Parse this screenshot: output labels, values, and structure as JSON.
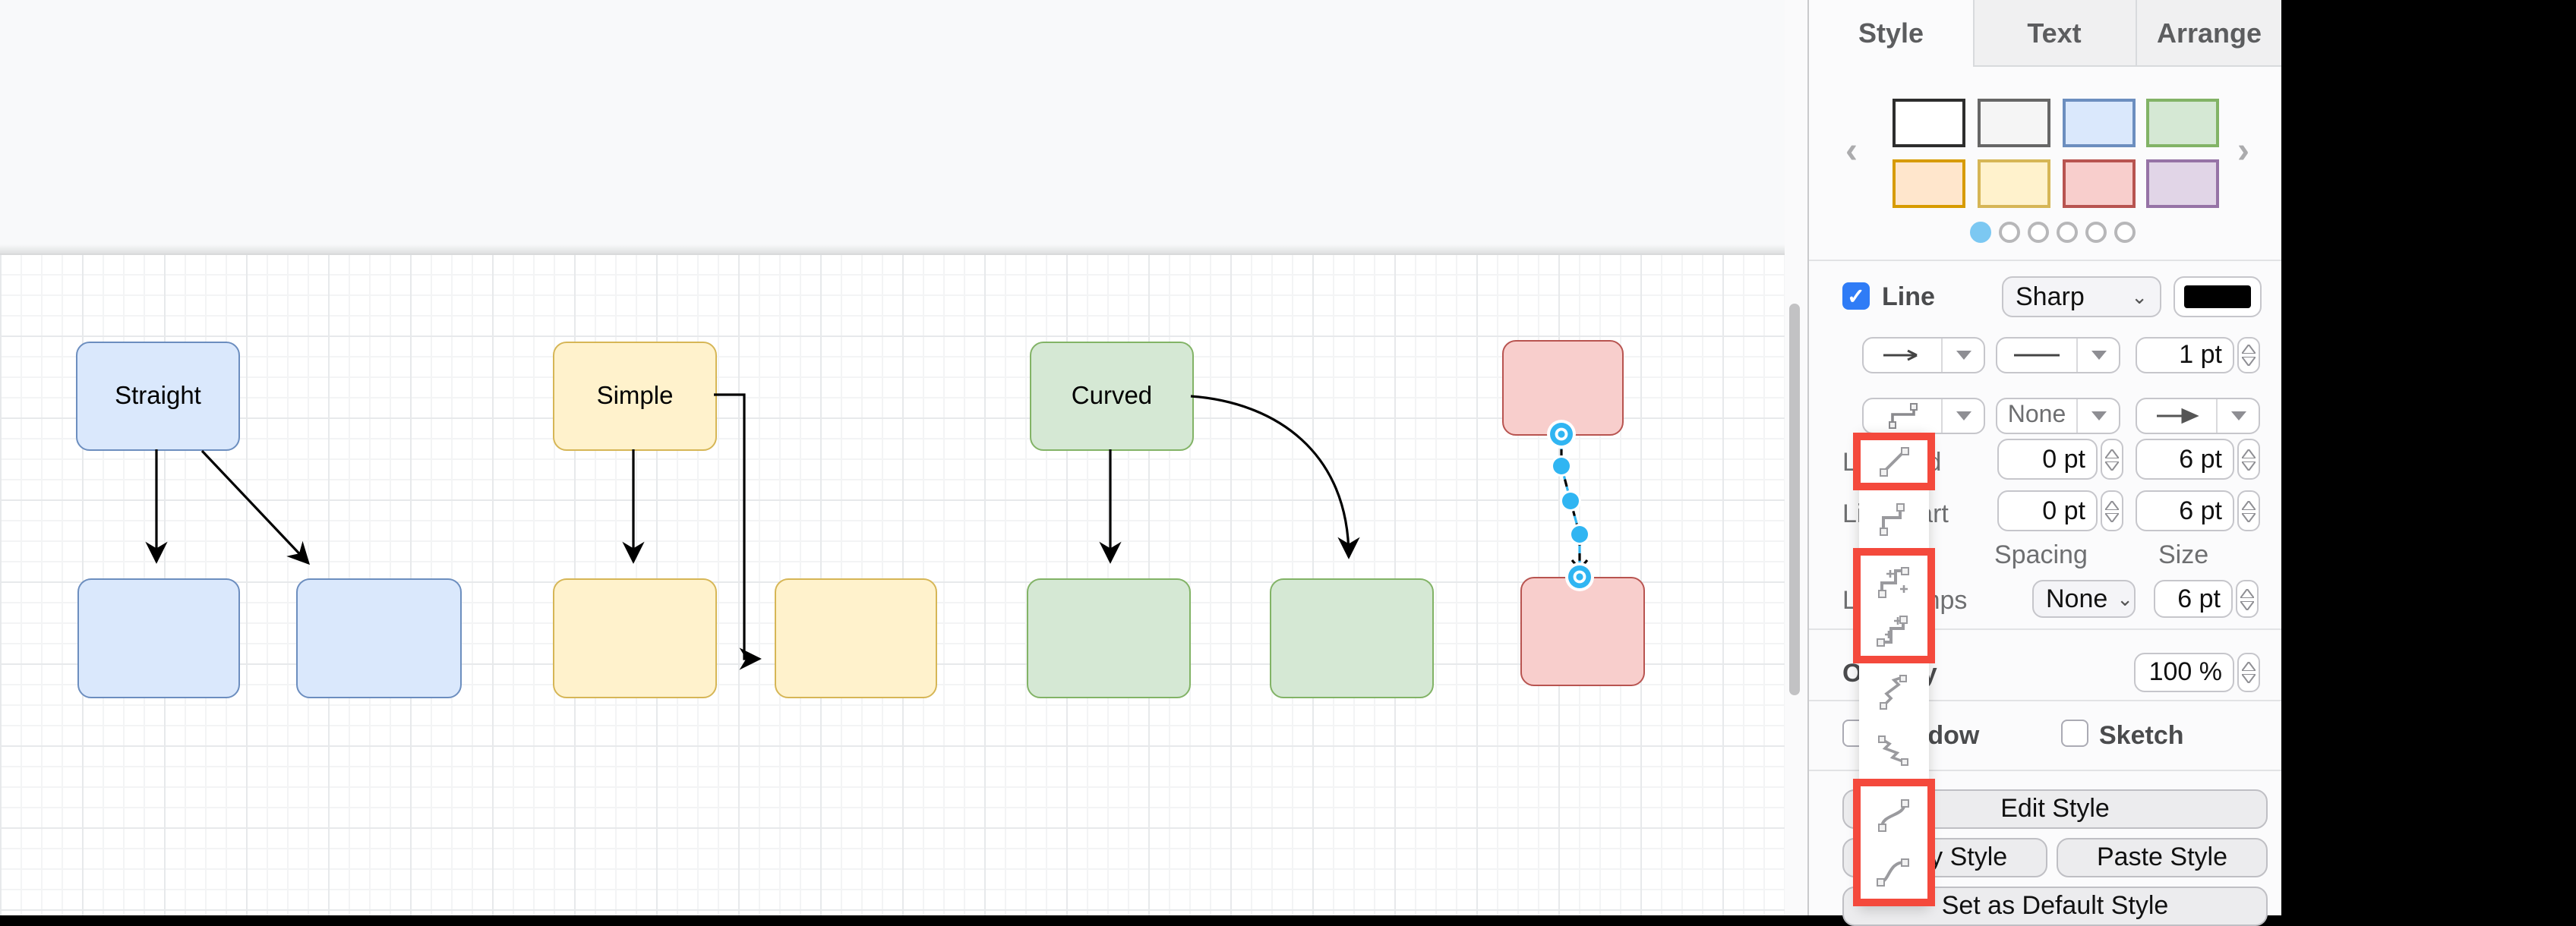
{
  "canvas": {
    "nodes": [
      {
        "id": "straight-top",
        "label": "Straight",
        "color": "blue"
      },
      {
        "id": "straight-child-1",
        "label": "",
        "color": "blue"
      },
      {
        "id": "straight-child-2",
        "label": "",
        "color": "blue"
      },
      {
        "id": "simple-top",
        "label": "Simple",
        "color": "yellow"
      },
      {
        "id": "simple-child-1",
        "label": "",
        "color": "yellow"
      },
      {
        "id": "simple-child-2",
        "label": "",
        "color": "yellow"
      },
      {
        "id": "curved-top",
        "label": "Curved",
        "color": "green"
      },
      {
        "id": "curved-child-1",
        "label": "",
        "color": "green"
      },
      {
        "id": "curved-child-2",
        "label": "",
        "color": "red-none"
      },
      {
        "id": "red-top",
        "label": "",
        "color": "red"
      },
      {
        "id": "red-child",
        "label": "",
        "color": "red"
      }
    ],
    "palette": {
      "blue": {
        "fill": "#DAE8FC",
        "stroke": "#6C8EBF"
      },
      "yellow": {
        "fill": "#FFF2CC",
        "stroke": "#D6B656"
      },
      "green": {
        "fill": "#D5E8D4",
        "stroke": "#82B366"
      },
      "red": {
        "fill": "#F8CECC",
        "stroke": "#B85450"
      }
    },
    "selection_color": "#30B5F2"
  },
  "sidebar": {
    "tabs": [
      {
        "label": "Style",
        "active": true
      },
      {
        "label": "Text",
        "active": false
      },
      {
        "label": "Arrange",
        "active": false
      }
    ],
    "swatches": [
      {
        "name": "white",
        "fill": "#FFFFFF",
        "stroke": "#2D2D2D"
      },
      {
        "name": "gray",
        "fill": "#F5F5F5",
        "stroke": "#666666"
      },
      {
        "name": "blue",
        "fill": "#DAE8FC",
        "stroke": "#6C8EBF"
      },
      {
        "name": "green",
        "fill": "#D5E8D4",
        "stroke": "#82B366"
      },
      {
        "name": "orange",
        "fill": "#FFE6CC",
        "stroke": "#D79B00"
      },
      {
        "name": "yellow",
        "fill": "#FFF2CC",
        "stroke": "#D6B656"
      },
      {
        "name": "red",
        "fill": "#F8CECC",
        "stroke": "#B85450"
      },
      {
        "name": "purple",
        "fill": "#E1D5E7",
        "stroke": "#9673A6"
      }
    ],
    "pager": {
      "count": 6,
      "active_index": 0
    },
    "line": {
      "label": "Line",
      "style_value": "Sharp",
      "width_value": "1 pt"
    },
    "connector_row": {
      "waypoints_value": "orthogonal",
      "type_value": "None",
      "line_end_arrow": "arrow"
    },
    "line_end": {
      "label": "Line end",
      "spacing": "0 pt",
      "size": "6 pt"
    },
    "line_start": {
      "label": "Line start",
      "spacing": "0 pt",
      "size": "6 pt"
    },
    "headers": {
      "spacing": "Spacing",
      "size": "Size"
    },
    "line_jumps": {
      "label": "Line jumps",
      "value": "None",
      "size": "6 pt"
    },
    "opacity": {
      "label": "Opacity",
      "value": "100 %"
    },
    "shadow_label": "Shadow",
    "sketch_label": "Sketch",
    "buttons": {
      "edit": "Edit Style",
      "copy": "Copy Style",
      "paste": "Paste Style",
      "set_default": "Set as Default Style"
    },
    "waypoint_options": [
      {
        "name": "straight",
        "highlighted": true
      },
      {
        "name": "orthogonal",
        "highlighted": false
      },
      {
        "name": "simple-horizontal",
        "highlighted": true
      },
      {
        "name": "simple-vertical",
        "highlighted": true
      },
      {
        "name": "isometric",
        "highlighted": false
      },
      {
        "name": "isometric-vertical",
        "highlighted": false
      },
      {
        "name": "curved",
        "highlighted": true
      },
      {
        "name": "entity-relation",
        "highlighted": true
      }
    ],
    "annotation_color": "#F4493C"
  }
}
